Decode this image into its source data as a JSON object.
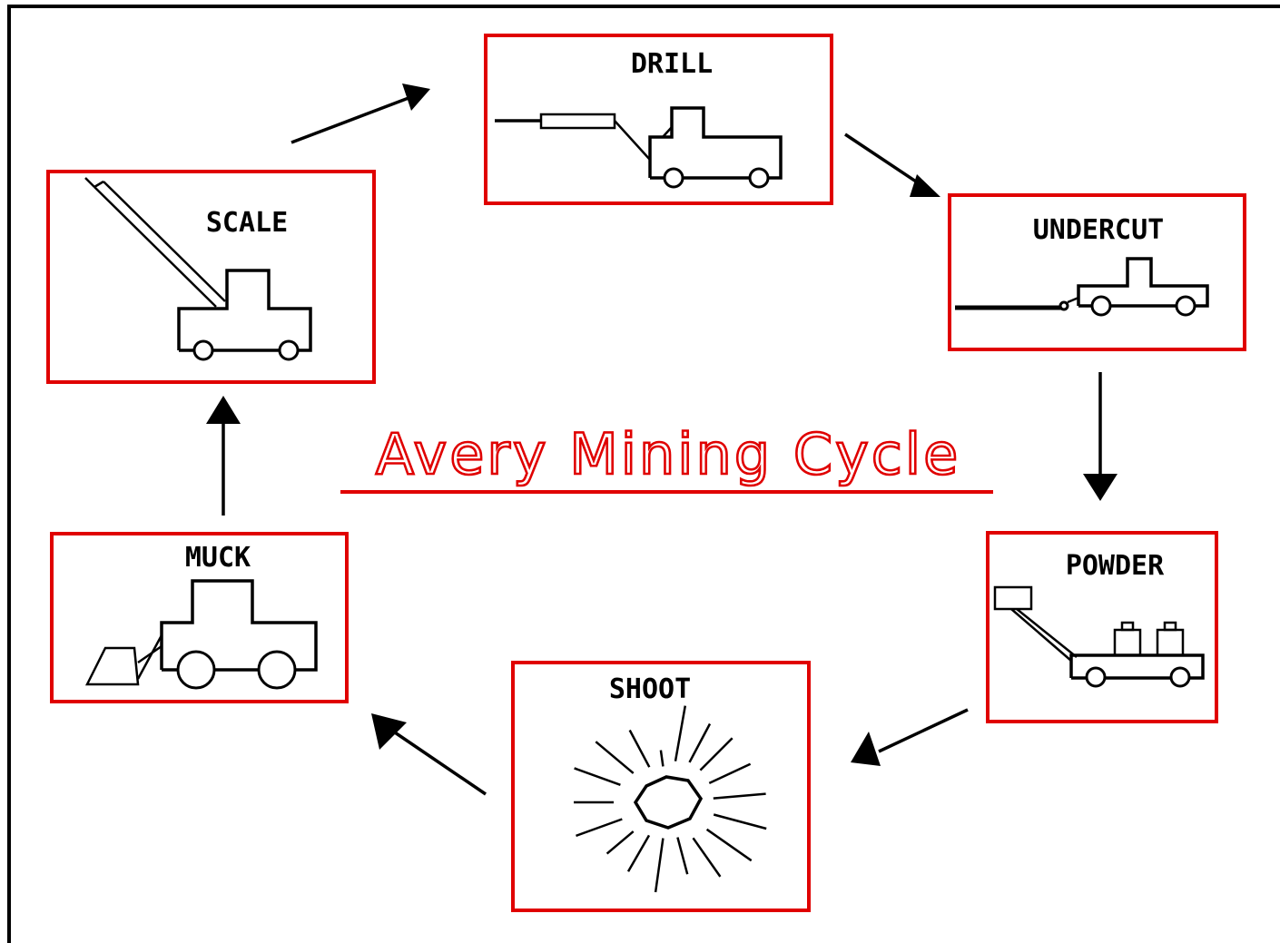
{
  "title": "Avery Mining Cycle",
  "steps": {
    "drill": "DRILL",
    "undercut": "UNDERCUT",
    "powder": "POWDER",
    "shoot": "SHOOT",
    "muck": "MUCK",
    "scale": "SCALE"
  },
  "colors": {
    "accent": "#e00000",
    "ink": "#000000",
    "background": "#ffffff"
  }
}
